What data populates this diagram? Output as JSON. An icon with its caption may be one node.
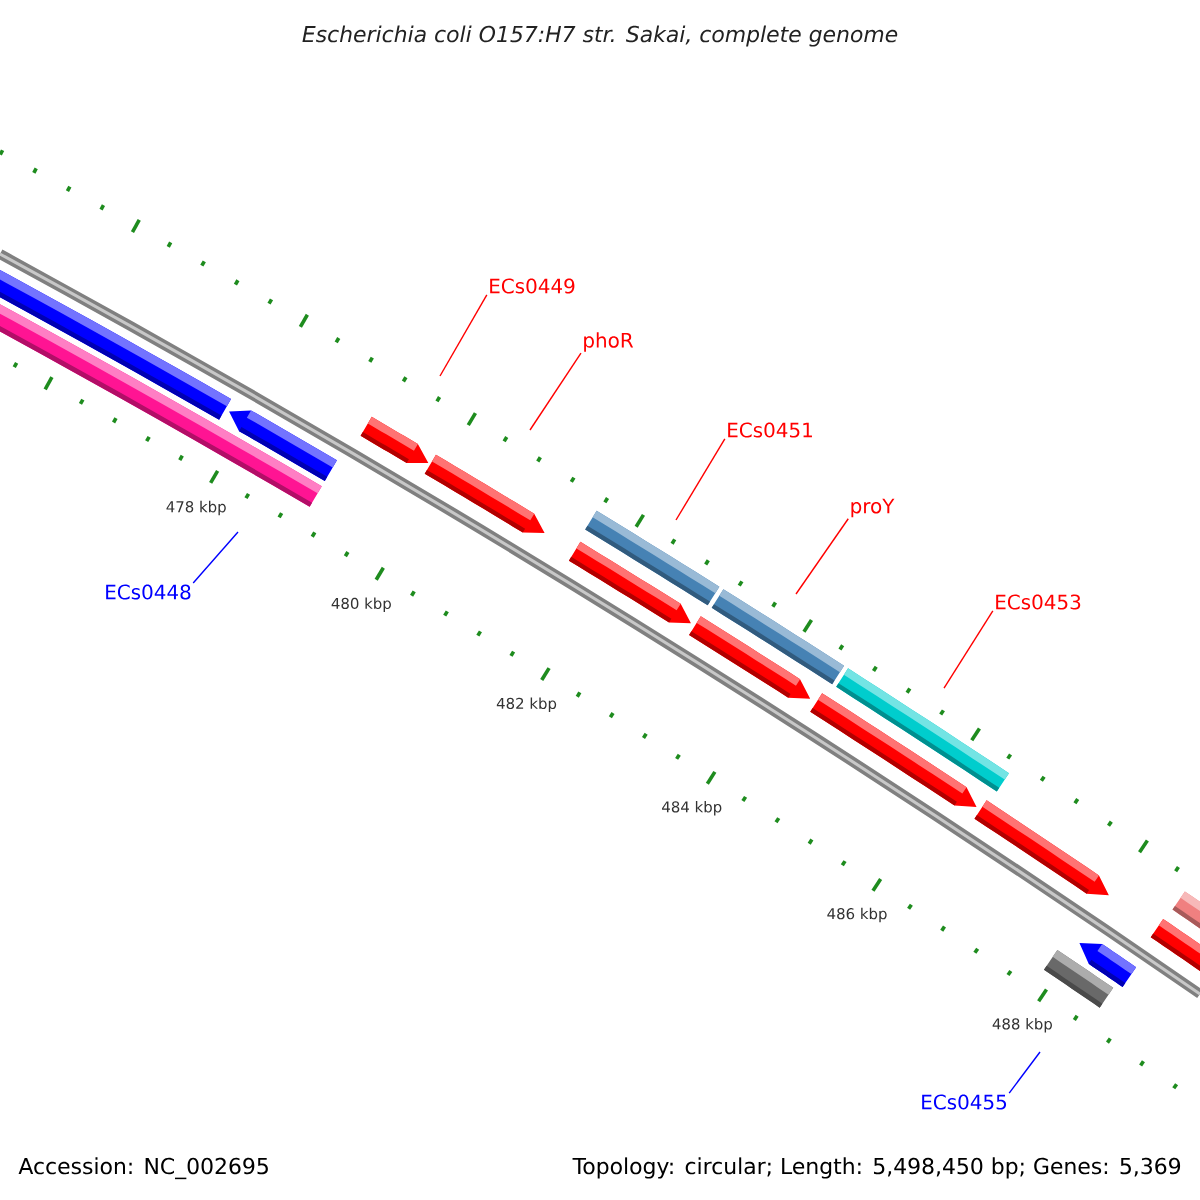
{
  "diagram": {
    "title": "Escherichia coli O157:H7 str. Sakai, complete genome",
    "nodes": [
      {
        "text": [
          "ECs0449"
        ]
      },
      {
        "text": [
          "phoR"
        ]
      },
      {
        "text": [
          "ECs0451"
        ]
      },
      {
        "text": [
          "proY"
        ]
      },
      {
        "text": [
          "ECs0453"
        ]
      },
      {
        "text": [
          "ECs0448"
        ]
      },
      {
        "text": [
          "ECs0455"
        ]
      }
    ],
    "edges": [
      {
        "from": 0,
        "to": null,
        "arrow": "none"
      },
      {
        "from": 1,
        "to": null,
        "arrow": "none"
      },
      {
        "from": 2,
        "to": null,
        "arrow": "none"
      },
      {
        "from": 3,
        "to": null,
        "arrow": "none"
      },
      {
        "from": 4,
        "to": null,
        "arrow": "none"
      },
      {
        "from": 5,
        "to": null,
        "arrow": "none",
        "color": "#0000ff"
      },
      {
        "from": 6,
        "to": null,
        "arrow": "none",
        "color": "#0000ff"
      }
    ],
    "labels": [
      "478 kbp",
      "480 kbp",
      "482 kbp",
      "484 kbp",
      "486 kbp",
      "488 kbp",
      "Accession: NC_002695",
      "Topology: circular; Length: 5,498,450 bp; Genes: 5,369"
    ]
  }
}
